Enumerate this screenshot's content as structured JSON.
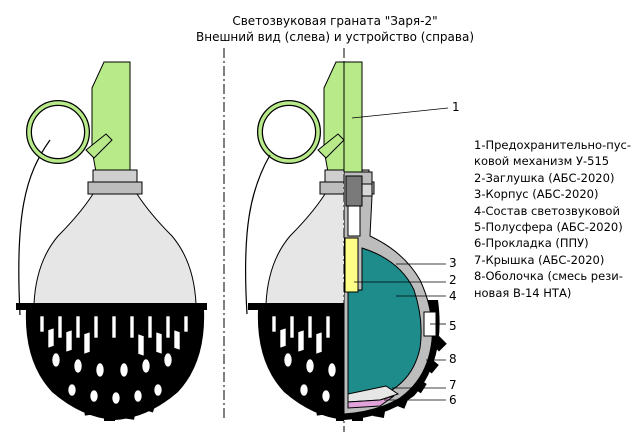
{
  "title": {
    "line1": "Светозвуковая граната \"Заря-2\"",
    "line2": "Внешний вид (слева) и устройство (справа)"
  },
  "legend": [
    "1-Предохранительно-пус-",
    "ковой механизм У-515",
    "2-Заглушка (АБС-2020)",
    "3-Корпус (АБС-2020)",
    "4-Состав светозвуковой",
    "5-Полусфера (АБС-2020)",
    "6-Прокладка (ППУ)",
    "7-Крышка (АБС-2020)",
    "8-Оболочка (смесь рези-",
    "новая В-14 НТА)"
  ],
  "callouts": [
    "1",
    "3",
    "2",
    "4",
    "5",
    "8",
    "7",
    "6"
  ],
  "colors": {
    "lever_green": "#b8ea8a",
    "body_grey": "#e6e6e6",
    "plug_yellow": "#ffff88",
    "filling_teal": "#1f8c8c",
    "cover_pink": "#e0a2d8",
    "shell_black": "#000000"
  }
}
